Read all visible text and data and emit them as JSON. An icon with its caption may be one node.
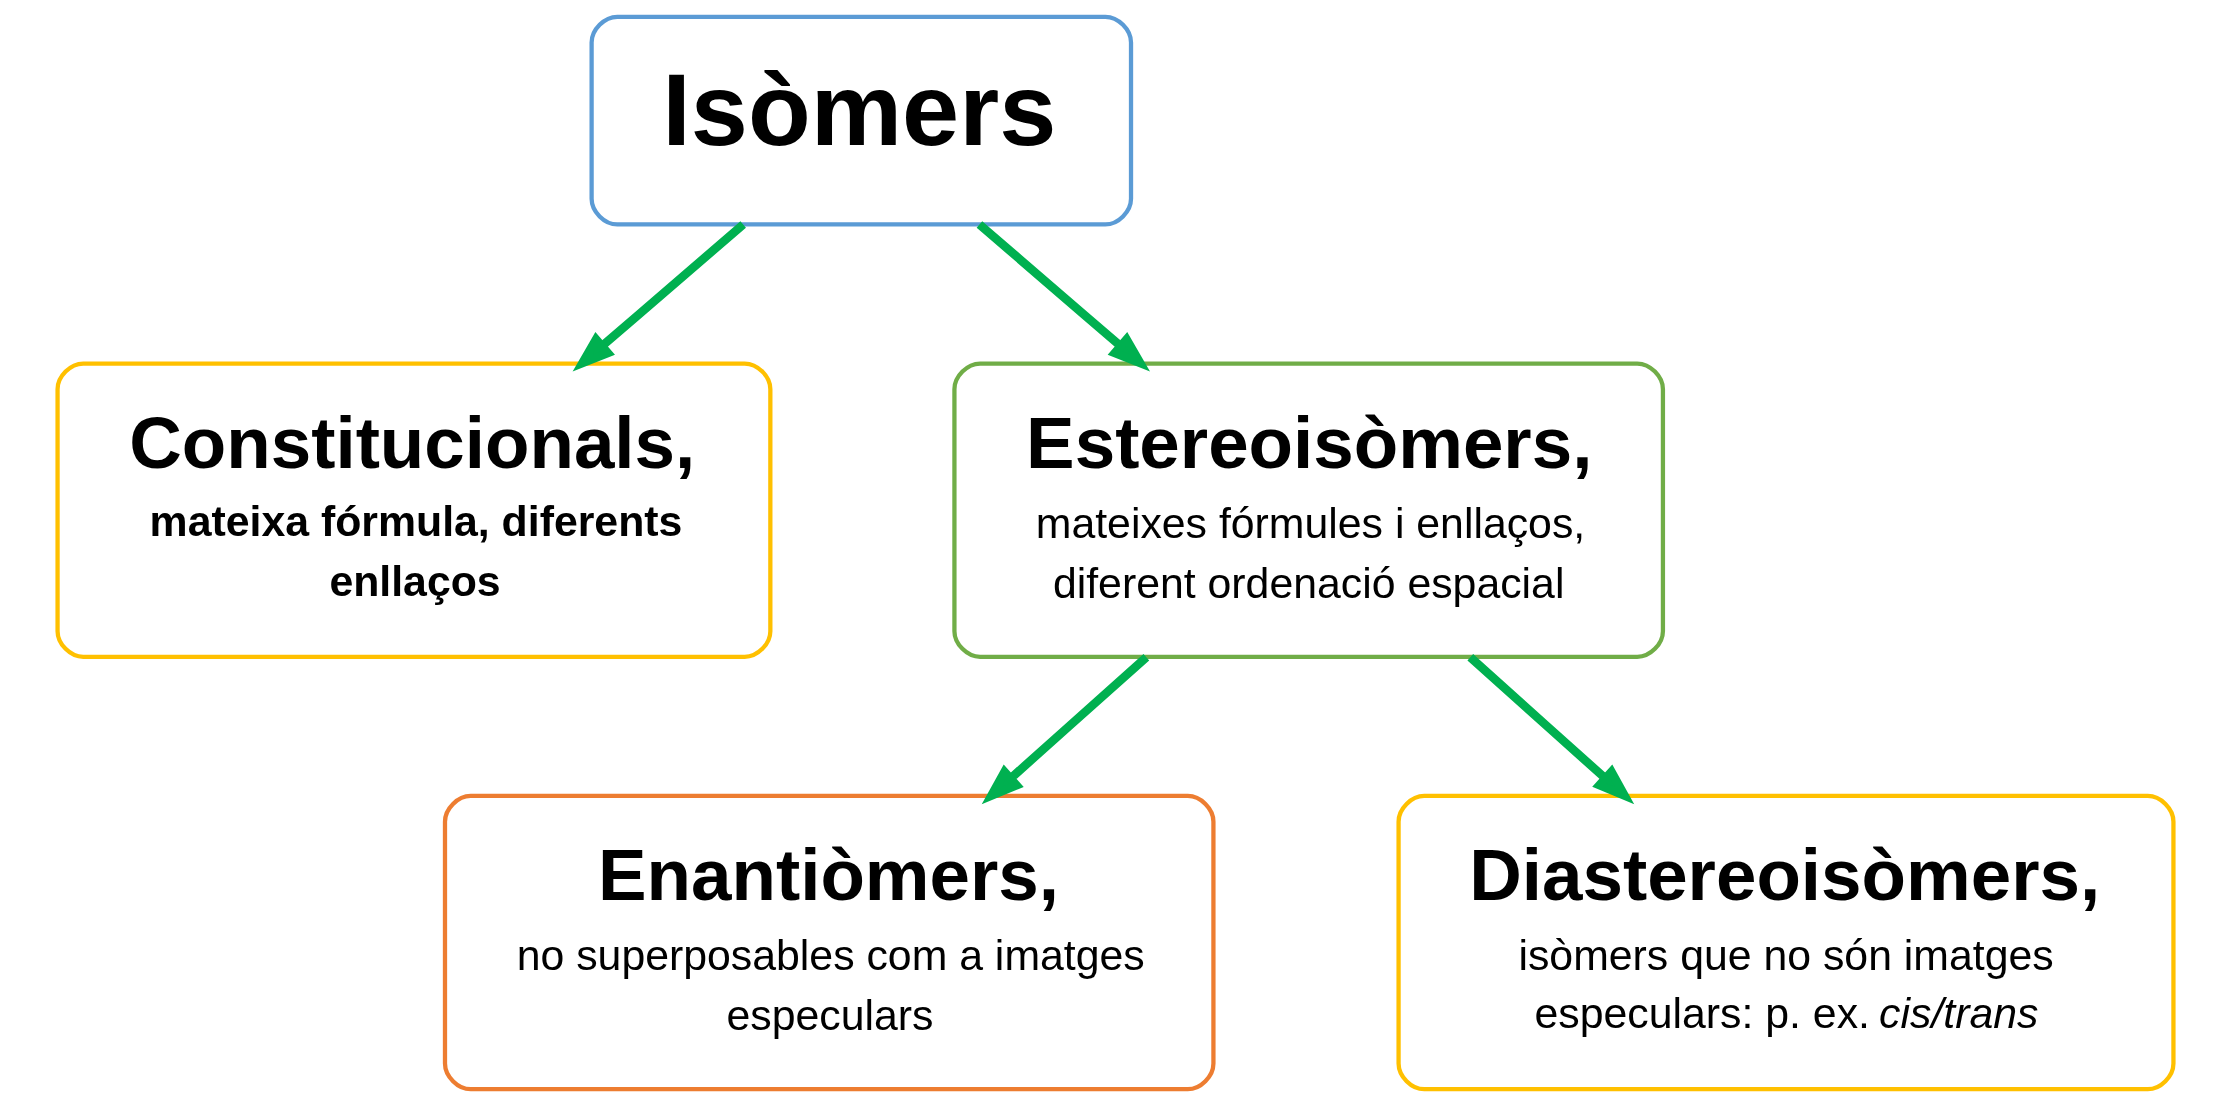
{
  "diagram": {
    "nodes": [
      {
        "text": [
          "Isòmers"
        ]
      },
      {
        "text": [
          "Constitucionals,",
          "mateixa fórmula, diferents enllaços"
        ]
      },
      {
        "text": [
          "Estereoisòmers,",
          "mateixes fórmules i enllaços, diferent ordenació espacial"
        ]
      },
      {
        "text": [
          "Enantiòmers,",
          "no superposables com a imatges especulars"
        ]
      },
      {
        "text": [
          "Diastereoisòmers,",
          "isòmers que no són imatges especulars: p. ex. *cis/trans*"
        ]
      }
    ],
    "edges": [
      {
        "from": 0,
        "to": 1,
        "arrow": "to"
      },
      {
        "from": 0,
        "to": 2,
        "arrow": "to"
      },
      {
        "from": 2,
        "to": 3,
        "arrow": "to"
      },
      {
        "from": 2,
        "to": 4,
        "arrow": "to"
      }
    ]
  }
}
